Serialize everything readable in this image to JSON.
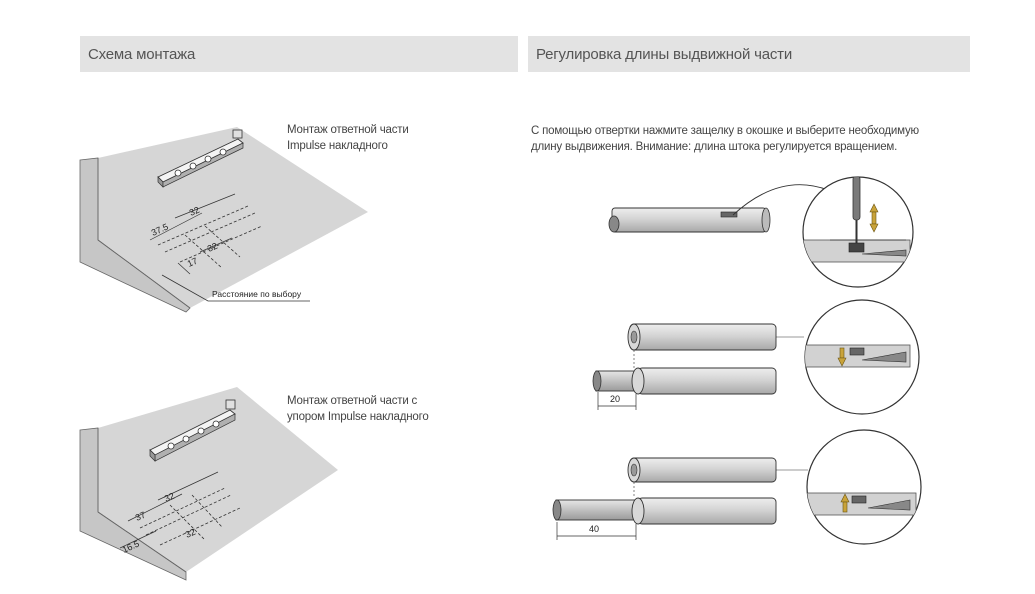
{
  "left_panel": {
    "title": "Схема монтажа",
    "diagram1": {
      "caption_lines": [
        "Монтаж ответной части",
        "Impulse накладного"
      ],
      "dimensions": [
        "37.5",
        "32",
        "17",
        "32"
      ],
      "note": "Расстояние по выбору"
    },
    "diagram2": {
      "caption_lines": [
        "Монтаж ответной части с",
        "упором Impulse накладного"
      ],
      "dimensions": [
        "37",
        "32",
        "32",
        "16.5"
      ]
    }
  },
  "right_panel": {
    "title": "Регулировка длины выдвижной части",
    "instruction_lines": [
      "С помощью отвертки нажмите защелку в окошке и выберите необходимую",
      "длину выдвижения. Внимание: длина штока регулируется вращением."
    ],
    "steps": [
      {
        "extension": ""
      },
      {
        "extension": "20"
      },
      {
        "extension": "40"
      }
    ]
  },
  "colors": {
    "header_bg": "#e3e3e3",
    "surface": "#d6d6d6",
    "wall": "#c8c8c8",
    "line": "#333333",
    "arrow": "#c9a33a"
  }
}
